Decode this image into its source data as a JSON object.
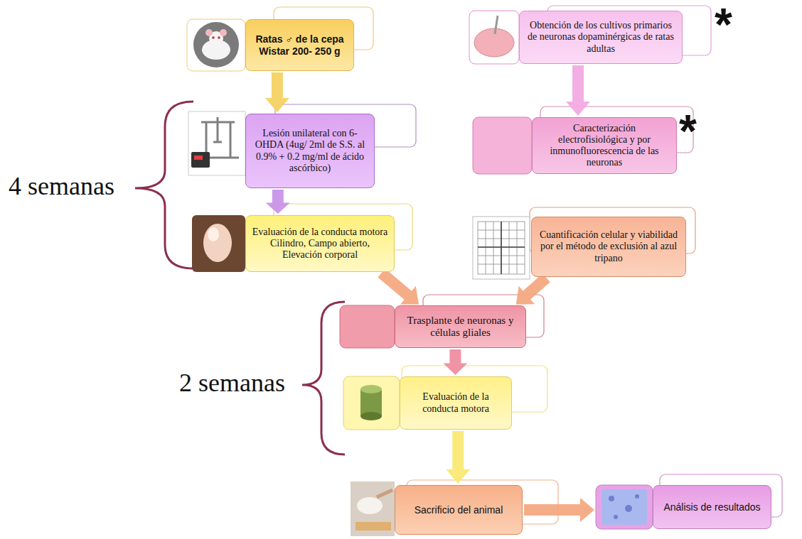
{
  "diagram": {
    "nodes": [
      {
        "text": [
          "Ratas ♂ de la cepa Wistar 200- 250 g"
        ]
      },
      {
        "text": [
          "Lesión unilateral con 6-OHDA (4ug/ 2ml de S.S. al 0.9% + 0.2 mg/ml de ácido ascórbico)"
        ]
      },
      {
        "text": [
          "Evaluación de la conducta motora Cilindro, Campo abierto, Elevación corporal"
        ]
      },
      {
        "text": [
          "Obtención de los cultivos primarios de neuronas dopaminérgicas de ratas adultas"
        ]
      },
      {
        "text": [
          "Caracterización electrofisiológica y por inmunofluorescencia de las neuronas"
        ]
      },
      {
        "text": [
          "Cuantificación celular y viabilidad por el método de exclusión al azul tripano"
        ]
      },
      {
        "text": [
          "Trasplante de neuronas y células gliales"
        ]
      },
      {
        "text": [
          "Evaluación de la conducta motora"
        ]
      },
      {
        "text": [
          "Sacrificio del animal"
        ]
      },
      {
        "text": [
          "Análisis de resultados"
        ]
      }
    ],
    "edges": [
      {
        "from": 0,
        "to": 1,
        "arrow": "to"
      },
      {
        "from": 1,
        "to": 2,
        "arrow": "to"
      },
      {
        "from": 3,
        "to": 4,
        "arrow": "to"
      },
      {
        "from": 2,
        "to": 6,
        "arrow": "to"
      },
      {
        "from": 5,
        "to": 6,
        "arrow": "to"
      },
      {
        "from": 6,
        "to": 7,
        "arrow": "to"
      },
      {
        "from": 7,
        "to": 8,
        "arrow": "to"
      },
      {
        "from": 8,
        "to": 9,
        "arrow": "to"
      }
    ],
    "labels": [
      "*",
      "*",
      "4 semanas",
      "2 semanas"
    ]
  }
}
